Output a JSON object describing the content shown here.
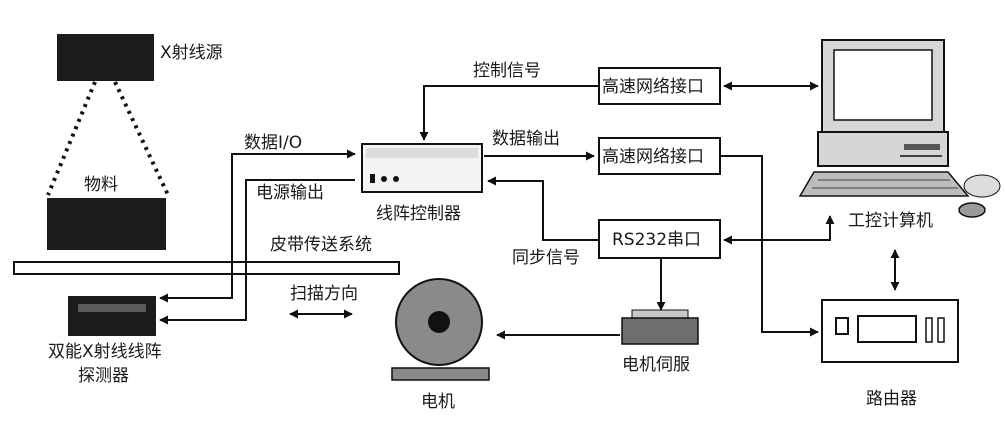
{
  "labels": {
    "xray_source": "X射线源",
    "material": "物料",
    "detector_line1": "双能X射线线阵",
    "detector_line2": "探测器",
    "conveyor": "皮带传送系统",
    "scan_direction": "扫描方向",
    "data_io": "数据I/O",
    "power_output": "电源输出",
    "line_controller": "线阵控制器",
    "control_signal": "控制信号",
    "data_output": "数据输出",
    "sync_signal": "同步信号",
    "net_interface_1": "高速网络接口",
    "net_interface_2": "高速网络接口",
    "rs232": "RS232串口",
    "motor_servo": "电机伺服",
    "motor": "电机",
    "industrial_pc": "工控计算机",
    "router": "路由器"
  },
  "colors": {
    "ink": "#111111",
    "device_dark": "#1c1c1c",
    "device_gray": "#8a8a8a",
    "background": "#ffffff"
  }
}
